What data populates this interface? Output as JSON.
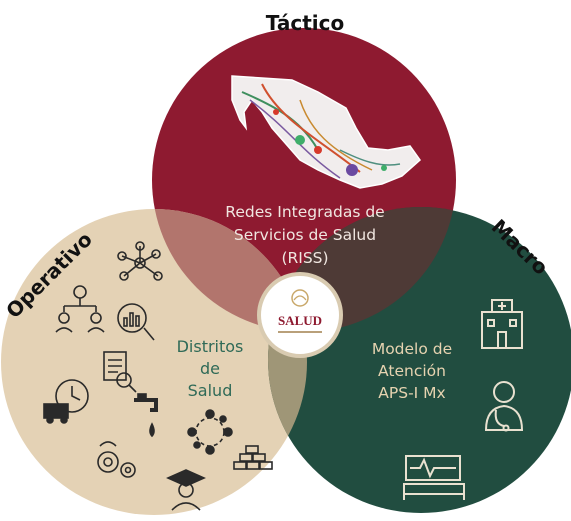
{
  "labels": {
    "top": "Táctico",
    "left": "Operativo",
    "right": "Macro"
  },
  "circles": {
    "top": {
      "lines": [
        "Redes Integradas de",
        "Servicios de Salud",
        "(RISS)"
      ],
      "color": "#8e1a30"
    },
    "left": {
      "lines": [
        "Distritos",
        "de",
        "Salud"
      ],
      "color": "#e4d2b5",
      "text_color": "#2f6a57"
    },
    "right": {
      "lines": [
        "Modelo de",
        "Atención",
        "APS-I Mx"
      ],
      "color": "#214d40",
      "text_color": "#e6d3b0"
    }
  },
  "center": {
    "logo_text": "SALUD"
  },
  "icons": {
    "left": [
      "network-icon",
      "org-chart-icon",
      "analytics-gear-icon",
      "document-search-icon",
      "clock-truck-icon",
      "water-tap-icon",
      "team-circle-icon",
      "gears-icon",
      "graduate-icon",
      "bricks-icon"
    ],
    "right": [
      "hospital-icon",
      "doctor-icon",
      "hospital-bed-icon"
    ]
  }
}
